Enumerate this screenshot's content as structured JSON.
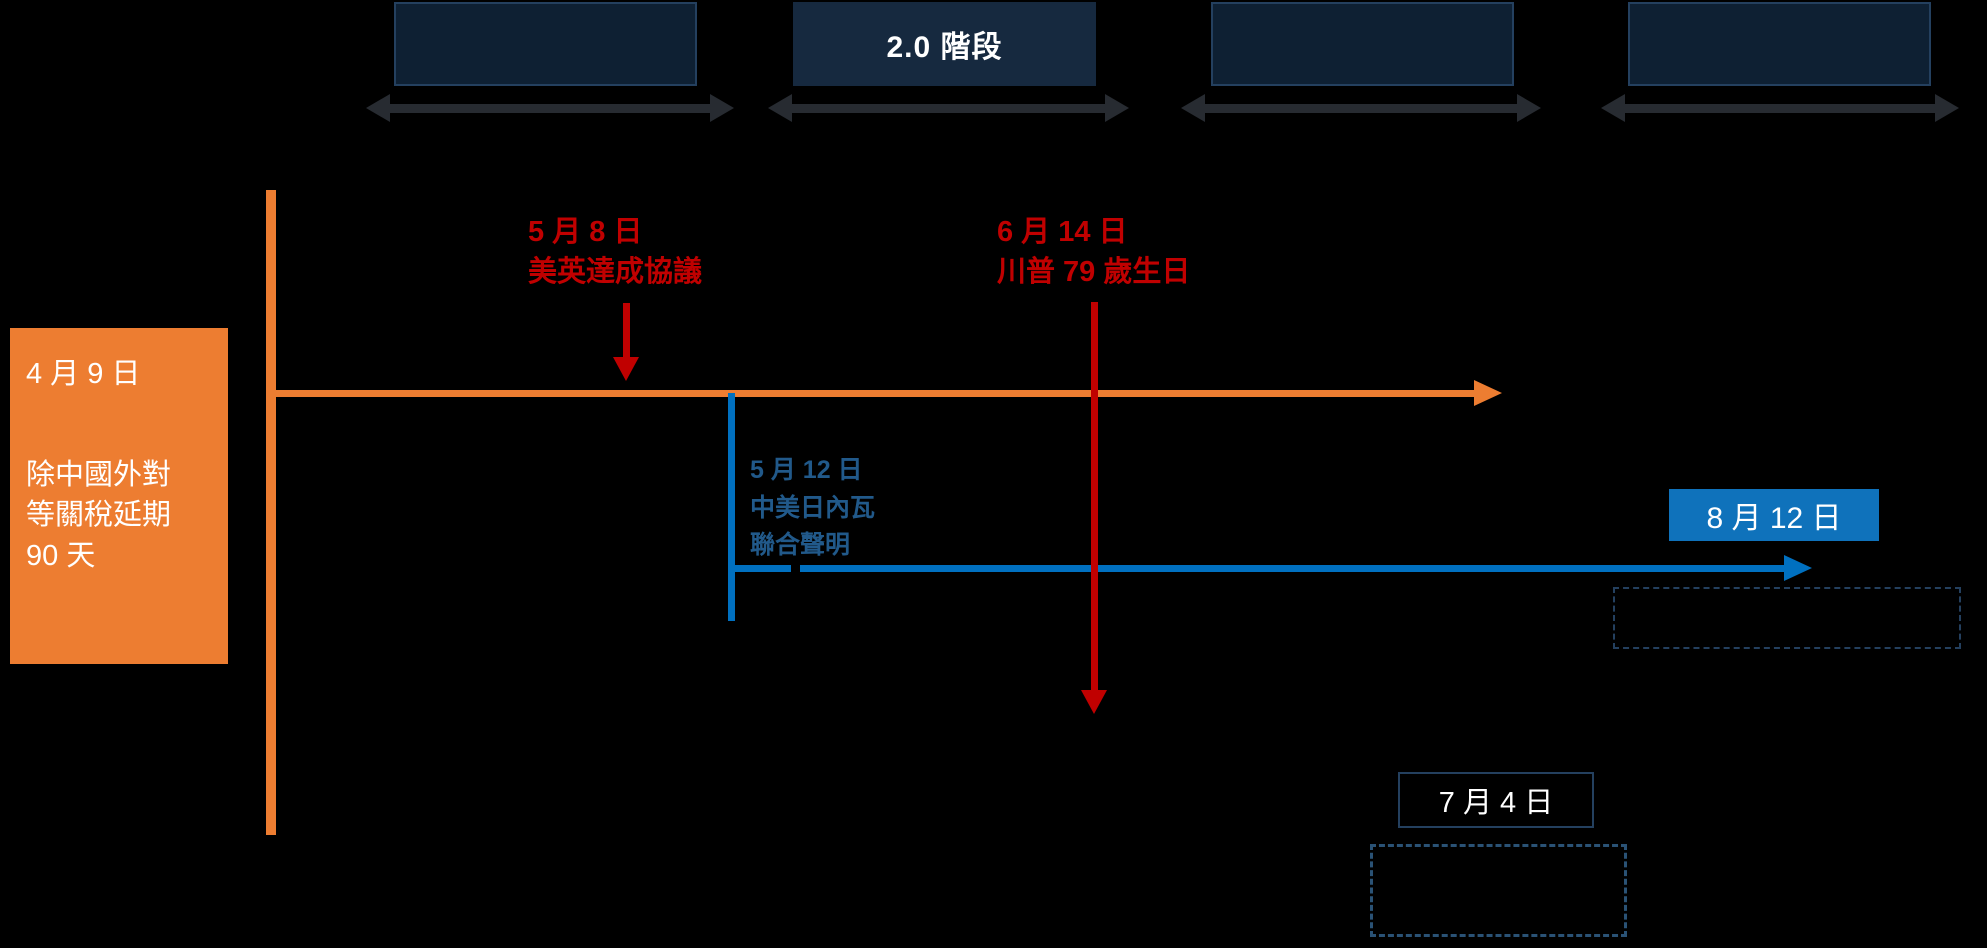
{
  "canvas": {
    "background": "#000000"
  },
  "colors": {
    "orange": "#ED7D31",
    "red": "#C00000",
    "blue": "#0070C0",
    "blue_box_fill": "#0F72BB",
    "muted_blue_text": "#21598A",
    "navy_box_border": "#24405F",
    "navy_box_fill": "#0E2033",
    "range_arrow": "#272B31"
  },
  "phase_header": {
    "boxes": [
      {
        "label": ""
      },
      {
        "label": "2.0 階段"
      },
      {
        "label": ""
      },
      {
        "label": ""
      }
    ]
  },
  "left_event_box": {
    "date": "4 月 9 日",
    "line1": "除中國外對",
    "line2": "等關稅延期",
    "line3": "90 天"
  },
  "annotations": {
    "may8": {
      "date": "5 月 8 日",
      "text": "美英達成協議"
    },
    "june14": {
      "date": "6 月 14 日",
      "text": "川普 79 歲生日"
    },
    "may12": {
      "date": "5 月 12 日",
      "line1": "中美日內瓦",
      "line2": "聯合聲明"
    }
  },
  "aug12_box": {
    "label": "8 月 12 日"
  },
  "july4_box": {
    "label": "7 月 4 日"
  }
}
